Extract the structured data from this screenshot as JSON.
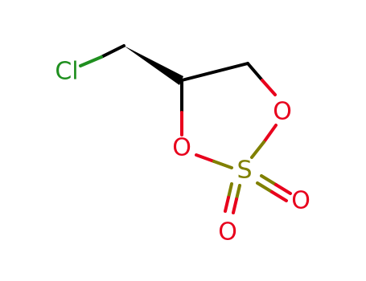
{
  "molecule": {
    "atoms": {
      "cl": "Cl",
      "o_ring_right": "O",
      "o_ring_left": "O",
      "s": "S",
      "o_right": "O",
      "o_bottom": "O"
    }
  },
  "colors": {
    "bond": "#000000",
    "chlorine": "#1f8f1f",
    "oxygen": "#e8001c",
    "sulfur": "#808000"
  }
}
